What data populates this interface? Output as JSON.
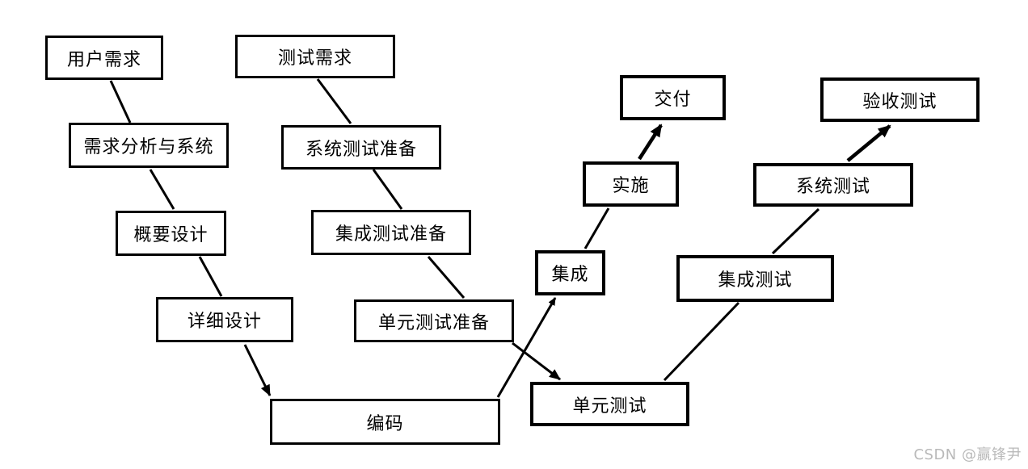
{
  "diagram": {
    "title": "W-model development and testing flowchart",
    "nodes": {
      "user_requirements": {
        "label": "用户需求"
      },
      "test_requirements": {
        "label": "测试需求"
      },
      "requirements_analysis": {
        "label": "需求分析与系统"
      },
      "system_test_prep": {
        "label": "系统测试准备"
      },
      "outline_design": {
        "label": "概要设计"
      },
      "integration_test_prep": {
        "label": "集成测试准备"
      },
      "detailed_design": {
        "label": "详细设计"
      },
      "unit_test_prep": {
        "label": "单元测试准备"
      },
      "coding": {
        "label": "编码"
      },
      "integration": {
        "label": "集成"
      },
      "implementation": {
        "label": "实施"
      },
      "delivery": {
        "label": "交付"
      },
      "unit_test": {
        "label": "单元测试"
      },
      "integration_test": {
        "label": "集成测试"
      },
      "system_test": {
        "label": "系统测试"
      },
      "acceptance_test": {
        "label": "验收测试"
      }
    },
    "edges": [
      {
        "from": "user_requirements",
        "to": "requirements_analysis",
        "arrow": false
      },
      {
        "from": "requirements_analysis",
        "to": "outline_design",
        "arrow": false
      },
      {
        "from": "outline_design",
        "to": "detailed_design",
        "arrow": false
      },
      {
        "from": "detailed_design",
        "to": "coding",
        "arrow": true
      },
      {
        "from": "test_requirements",
        "to": "system_test_prep",
        "arrow": false
      },
      {
        "from": "system_test_prep",
        "to": "integration_test_prep",
        "arrow": false
      },
      {
        "from": "integration_test_prep",
        "to": "unit_test_prep",
        "arrow": false
      },
      {
        "from": "unit_test_prep",
        "to": "unit_test",
        "arrow": true
      },
      {
        "from": "coding",
        "to": "integration",
        "arrow": true
      },
      {
        "from": "integration",
        "to": "implementation",
        "arrow": false
      },
      {
        "from": "implementation",
        "to": "delivery",
        "arrow": true
      },
      {
        "from": "unit_test",
        "to": "integration_test",
        "arrow": false
      },
      {
        "from": "integration_test",
        "to": "system_test",
        "arrow": false
      },
      {
        "from": "system_test",
        "to": "acceptance_test",
        "arrow": true
      }
    ],
    "colors": {
      "background": "#ffffff",
      "box_border": "#000000",
      "line": "#000000",
      "text": "#000000"
    }
  },
  "watermark": {
    "text": "CSDN @赢锋尹",
    "color": "#b9b9b9"
  }
}
